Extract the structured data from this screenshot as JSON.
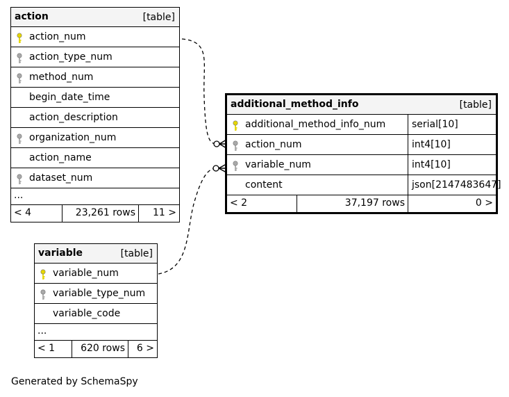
{
  "footer_text": "Generated by SchemaSpy",
  "tables": {
    "action": {
      "name": "action",
      "kind": "[table]",
      "columns": [
        {
          "name": "action_num",
          "key": "primary"
        },
        {
          "name": "action_type_num",
          "key": "foreign"
        },
        {
          "name": "method_num",
          "key": "foreign"
        },
        {
          "name": "begin_date_time",
          "key": "none"
        },
        {
          "name": "action_description",
          "key": "none"
        },
        {
          "name": "organization_num",
          "key": "foreign"
        },
        {
          "name": "action_name",
          "key": "none"
        },
        {
          "name": "dataset_num",
          "key": "foreign"
        }
      ],
      "more": "...",
      "footer": {
        "parents": "< 4",
        "rows": "23,261 rows",
        "children": "11 >"
      }
    },
    "additional_method_info": {
      "name": "additional_method_info",
      "kind": "[table]",
      "columns": [
        {
          "name": "additional_method_info_num",
          "type": "serial[10]",
          "key": "primary"
        },
        {
          "name": "action_num",
          "type": "int4[10]",
          "key": "foreign"
        },
        {
          "name": "variable_num",
          "type": "int4[10]",
          "key": "foreign"
        },
        {
          "name": "content",
          "type": "json[2147483647]",
          "key": "none"
        }
      ],
      "footer": {
        "parents": "< 2",
        "rows": "37,197 rows",
        "children": "0 >"
      }
    },
    "variable": {
      "name": "variable",
      "kind": "[table]",
      "columns": [
        {
          "name": "variable_num",
          "key": "primary"
        },
        {
          "name": "variable_type_num",
          "key": "foreign"
        },
        {
          "name": "variable_code",
          "key": "none"
        }
      ],
      "more": "...",
      "footer": {
        "parents": "< 1",
        "rows": "620 rows",
        "children": "6 >"
      }
    }
  },
  "colors": {
    "primary_key": "#e6d600",
    "foreign_key": "#a9a9a9",
    "header_bg": "#f4f4f4"
  }
}
